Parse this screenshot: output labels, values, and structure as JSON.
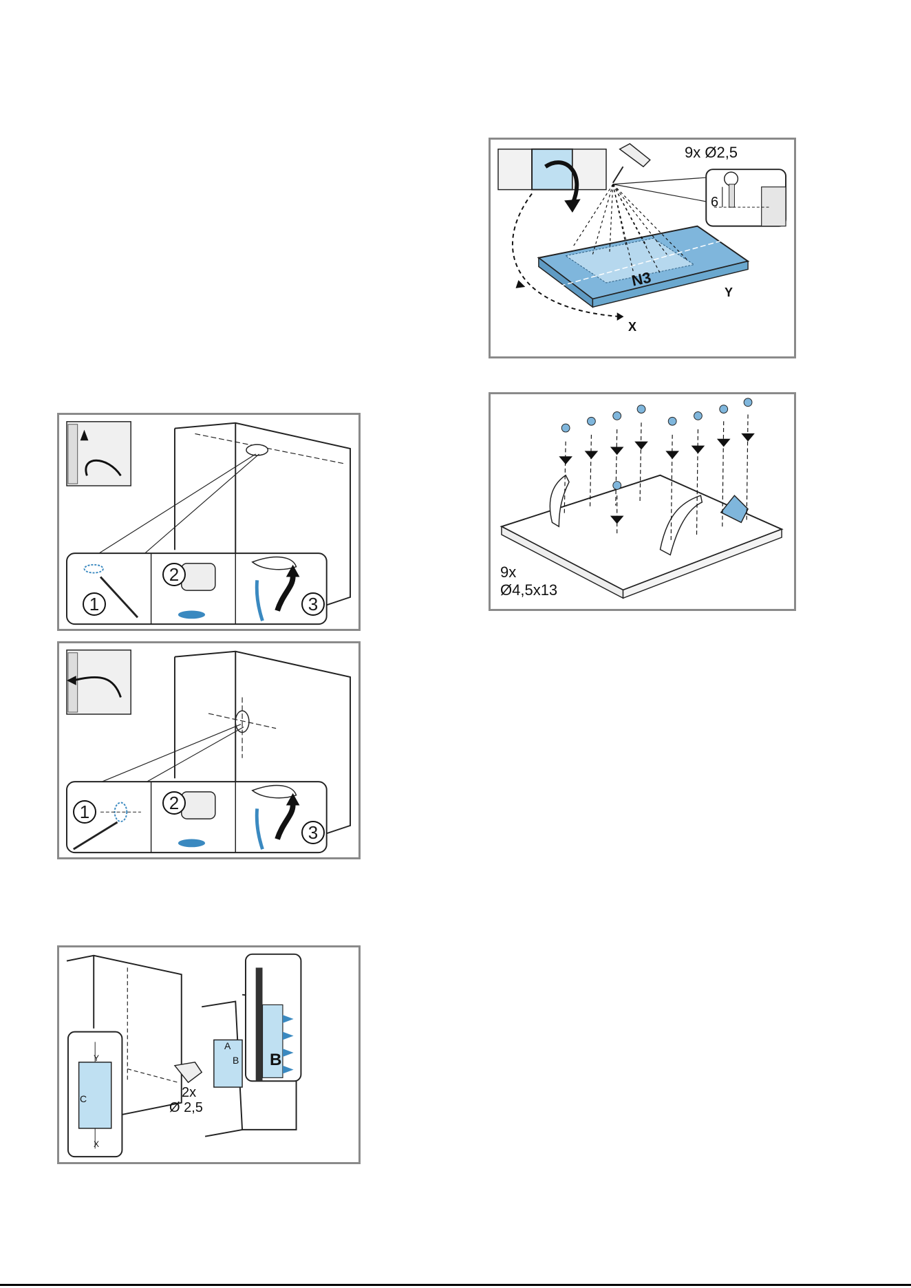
{
  "fig_drill_plate": {
    "label": "9x Ø2,5",
    "depth": "6",
    "mark": "N3",
    "dim_x": "X",
    "dim_y": "Y"
  },
  "fig_screws": {
    "count": "9x",
    "size": "Ø4,5x13"
  },
  "fig_cutout_top": {
    "step1": "1",
    "step2": "2",
    "step3": "3"
  },
  "fig_cutout_rear": {
    "step1": "1",
    "step2": "2",
    "step3": "3"
  },
  "fig_wall_mount": {
    "count": "2x",
    "size": "Ø 2,5",
    "mark_a": "A",
    "mark_b": "B",
    "mark_c": "C",
    "mark_b_big": "B",
    "dim_y": "Y",
    "dim_x": "X"
  },
  "colors": {
    "accent": "#7fb6dc",
    "frame": "#8a8a8a"
  }
}
